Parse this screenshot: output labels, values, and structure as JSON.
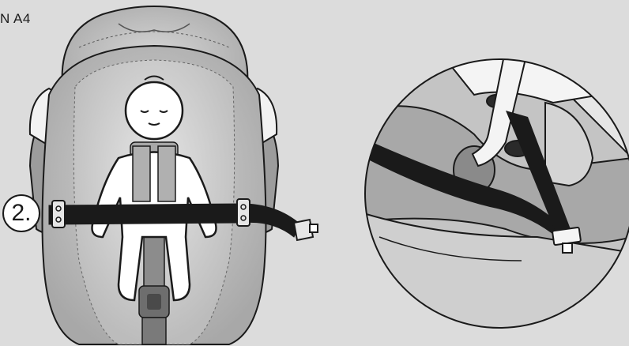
{
  "header": {
    "label": "N A4"
  },
  "step": {
    "number": "2."
  },
  "illustration": {
    "left": "child-car-seat-with-lap-belt",
    "right": "detail-belt-guide-closeup"
  },
  "colors": {
    "background": "#dcdcdc",
    "seat_fabric": "#bdbdbd",
    "seat_shadow": "#9a9a9a",
    "belt": "#1a1a1a",
    "child": "#ffffff",
    "outline": "#1a1a1a"
  }
}
